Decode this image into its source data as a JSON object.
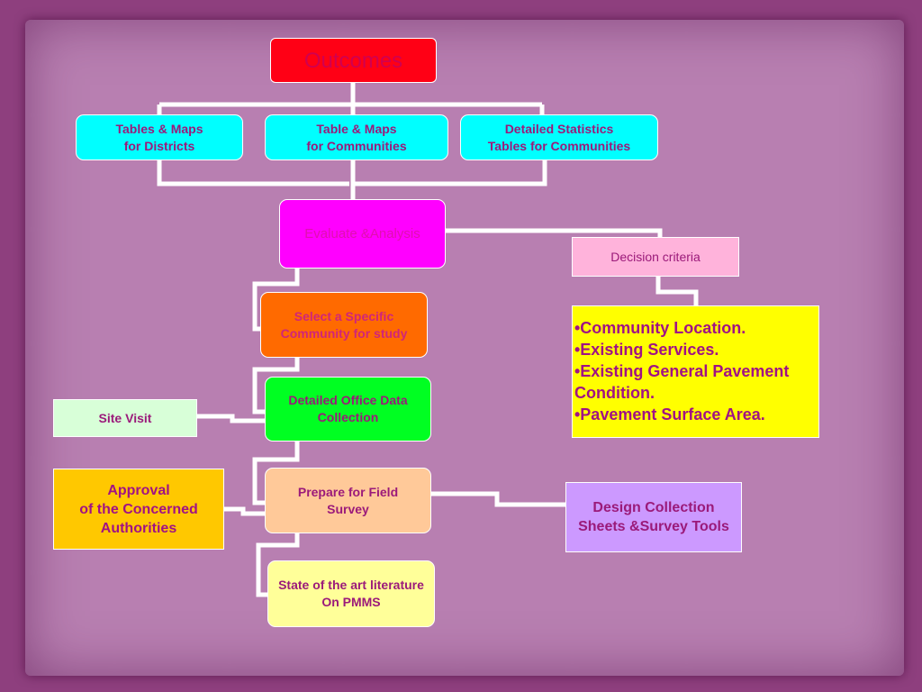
{
  "nodes": {
    "outcomes": "Outcomes",
    "tables_districts": "Tables & Maps\nfor Districts",
    "table_communities": "Table & Maps\nfor Communities",
    "detailed_stats": "Detailed Statistics\nTables for Communities",
    "evaluate": "Evaluate &Analysis",
    "decision_criteria": "Decision criteria",
    "criteria_list": "•Community Location.\n•Existing Services.\n•Existing General  Pavement Condition.\n•Pavement Surface Area.",
    "select_community": "Select a Specific\nCommunity for study",
    "office_data": "Detailed Office Data\nCollection",
    "site_visit": "Site Visit",
    "approval": "Approval\nof the Concerned\nAuthorities",
    "prepare_field": "Prepare for Field\nSurvey",
    "design_sheets": "Design Collection\nSheets &Survey Tools",
    "literature": "State of the art literature\nOn PMMS"
  },
  "colors": {
    "background": "#8e3f7e",
    "paper": "#b87fb1",
    "connector": "#ffffff",
    "outcomes": "#ff0015",
    "tables": "#00ffff",
    "evaluate": "#ff00ff",
    "decision": "#ffb3db",
    "criteria": "#ffff00",
    "select": "#ff6a00",
    "office": "#00ff22",
    "site": "#d8ffd8",
    "approval": "#ffc800",
    "prepare": "#ffc999",
    "design": "#cc99ff",
    "literature": "#ffff99"
  }
}
